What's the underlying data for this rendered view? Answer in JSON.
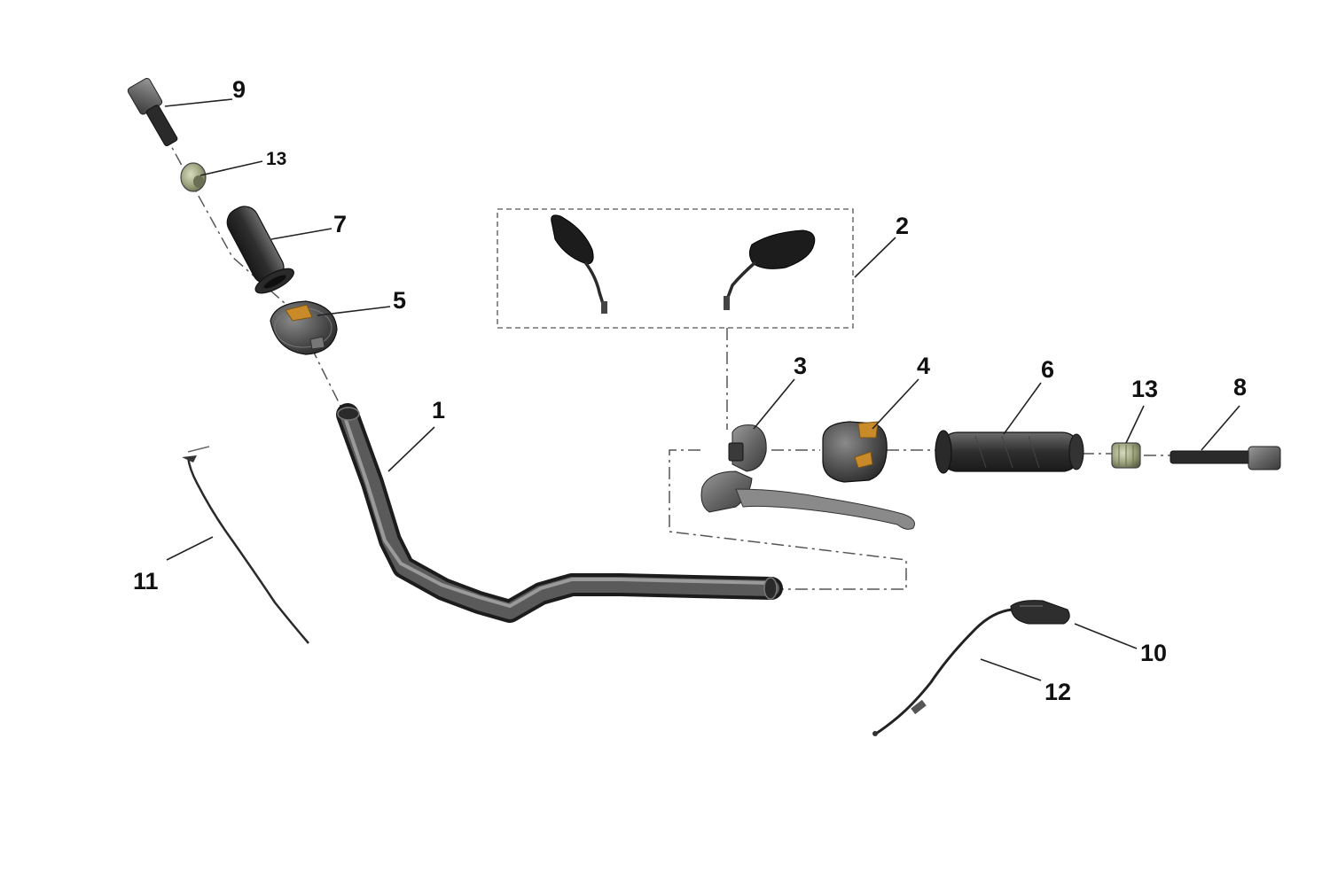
{
  "colors": {
    "part_dark": "#3a3a3a",
    "part_mid": "#5c5c5c",
    "part_light": "#8a8a8a",
    "accent_orange": "#c98a2a",
    "hardware_green": "#9aa07a"
  },
  "callouts": {
    "c1": "1",
    "c2": "2",
    "c3": "3",
    "c4": "4",
    "c5": "5",
    "c6": "6",
    "c7": "7",
    "c8": "8",
    "c9": "9",
    "c10": "10",
    "c11": "11",
    "c12": "12",
    "c13_left": "13",
    "c13_right": "13"
  },
  "parts": [
    {
      "ref": "1",
      "icon": "handlebar-icon"
    },
    {
      "ref": "2",
      "icon": "mirror-set-icon"
    },
    {
      "ref": "3",
      "icon": "clutch-lever-icon"
    },
    {
      "ref": "4",
      "icon": "right-switch-housing-icon"
    },
    {
      "ref": "5",
      "icon": "left-switch-housing-icon"
    },
    {
      "ref": "6",
      "icon": "right-grip-icon"
    },
    {
      "ref": "7",
      "icon": "left-grip-icon"
    },
    {
      "ref": "8",
      "icon": "right-bar-end-icon"
    },
    {
      "ref": "9",
      "icon": "left-bar-end-icon"
    },
    {
      "ref": "10",
      "icon": "lever-clamp-icon"
    },
    {
      "ref": "11",
      "icon": "throttle-cable-icon"
    },
    {
      "ref": "12",
      "icon": "clutch-cable-icon"
    },
    {
      "ref": "13",
      "icon": "bar-end-nut-icon"
    }
  ]
}
